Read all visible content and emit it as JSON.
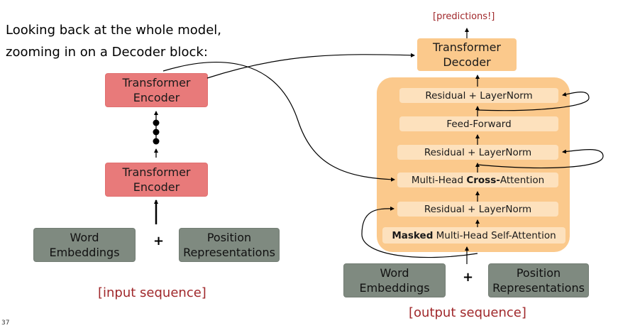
{
  "intro": {
    "line1": "Looking back at the whole model,",
    "line2": "zooming in on a Decoder block:"
  },
  "encoder": {
    "top_label": "Transformer\nEncoder",
    "bottom_label": "Transformer\nEncoder",
    "word_embeddings": "Word\nEmbeddings",
    "position_representations": "Position\nRepresentations",
    "plus": "+",
    "caption": "[input sequence]"
  },
  "decoder": {
    "predictions": "[predictions!]",
    "title": "Transformer\nDecoder",
    "layers": {
      "residual_top": "Residual + LayerNorm",
      "feed_forward": "Feed-Forward",
      "residual_mid": "Residual + LayerNorm",
      "cross_attention_prefix": "Multi-Head ",
      "cross_attention_bold": "Cross-",
      "cross_attention_suffix": "Attention",
      "residual_bottom": "Residual + LayerNorm",
      "masked_bold": "Masked",
      "masked_suffix": " Multi-Head Self-Attention"
    },
    "word_embeddings": "Word\nEmbeddings",
    "position_representations": "Position\nRepresentations",
    "plus": "+",
    "caption": "[output sequence]"
  },
  "page_number": "37",
  "colors": {
    "encoder_box": "#e87a7a",
    "embedding_box": "#7f8a80",
    "decoder_block": "#fbc98c",
    "decoder_layer": "#fde1bd",
    "caption_red": "#a0282b"
  }
}
